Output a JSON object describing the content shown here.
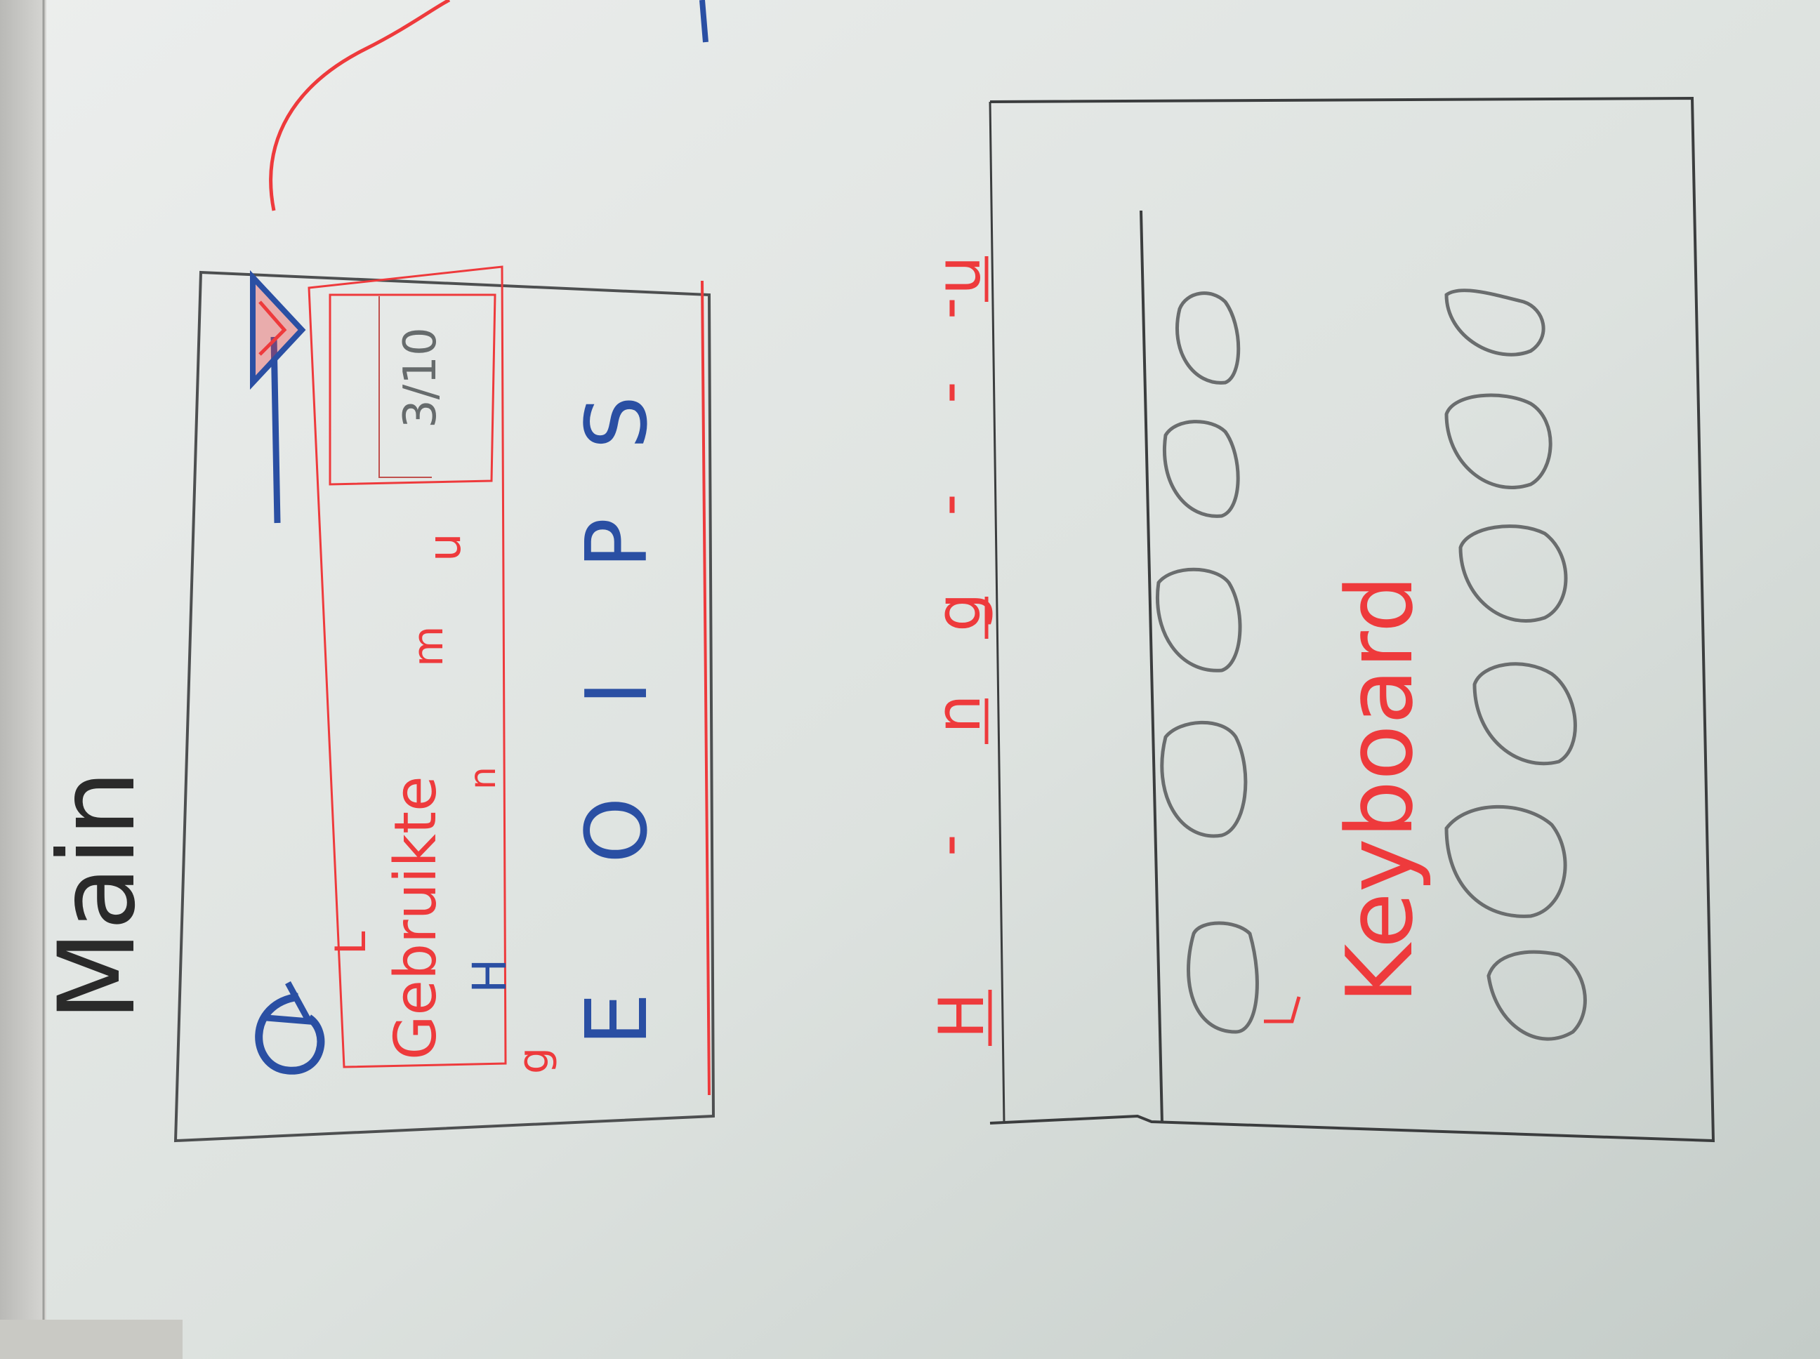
{
  "board": {
    "heading": "Main",
    "header": {
      "word": "Gebruikte",
      "letters": [
        "L",
        "m",
        "n",
        "u",
        "g",
        "H"
      ],
      "counter": "3/10"
    },
    "guessed_letters": [
      "E",
      "O",
      "I",
      "P",
      "S"
    ],
    "word_slots": [
      "H",
      "-",
      "n",
      "g",
      "-",
      "-",
      "-",
      "u"
    ],
    "keyboard_label": "Keyboard"
  },
  "colors": {
    "wall": "#cdd2cf",
    "board_white": "#e9eceb",
    "red_marker": "#ee3a3c",
    "blue_marker": "#2a4fa3",
    "black_marker": "#2a2a2a",
    "grey_marker": "#666b6c"
  },
  "icons": {
    "refresh": "circular-arrow-icon",
    "next": "right-arrow-icon",
    "key": "rounded-key-shape"
  }
}
